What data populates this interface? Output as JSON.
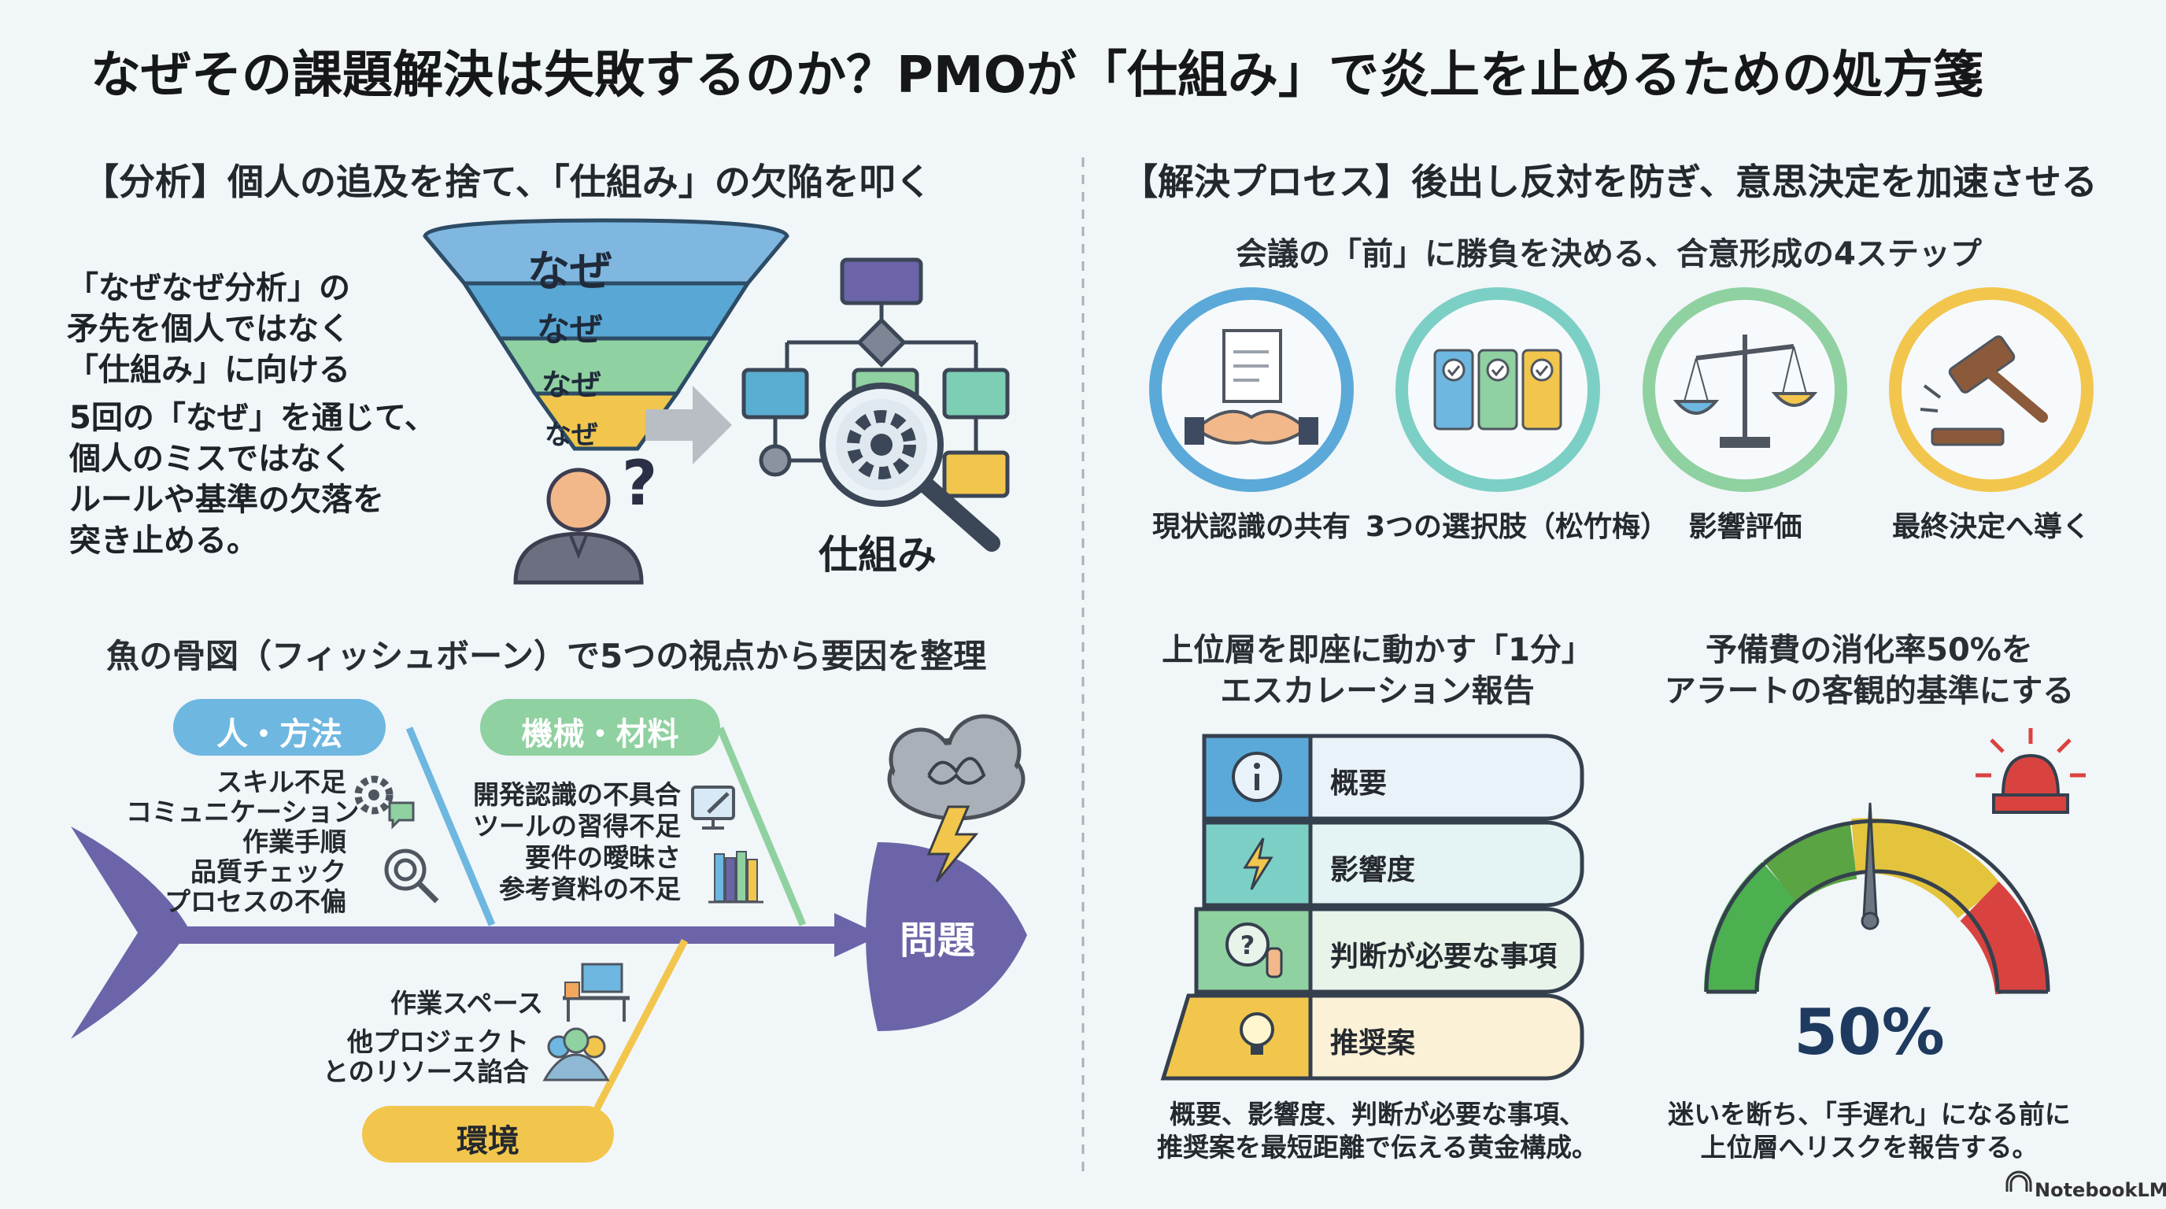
{
  "title": "なぜその課題解決は失敗するのか？PMOが「仕組み」で炎上を止めるための処方箋",
  "analysis": {
    "heading": "【分析】個人の追及を捨て、「仕組み」の欠陥を叩く",
    "text1": [
      "「なぜなぜ分析」の",
      "矛先を個人ではなく",
      "「仕組み」に向ける"
    ],
    "text2": [
      "5回の「なぜ」を通じて、",
      "個人のミスではなく",
      "ルールや基準の欠落を",
      "突き止める。"
    ],
    "funnel_labels": [
      "なぜ",
      "なぜ",
      "なぜ",
      "なぜ"
    ],
    "question_mark": "?",
    "system_label": "仕組み"
  },
  "fishbone": {
    "heading": "魚の骨図（フィッシュボーン）で5つの視点から要因を整理",
    "cat_people": "人・方法",
    "cat_machine": "機械・材料",
    "cat_env": "環境",
    "people_items": [
      "スキル不足",
      "コミュニケーション",
      "作業手順",
      "品質チェック",
      "プロセスの不偏"
    ],
    "machine_items": [
      "開発認識の不具合",
      "ツールの習得不足",
      "要件の曖昧さ",
      "参考資料の不足"
    ],
    "env_items": [
      "作業スペース",
      "他プロジェクト",
      "とのリソース諂合"
    ],
    "problem": "問題"
  },
  "process": {
    "heading": "【解決プロセス】後出し反対を防ぎ、意思決定を加速させる",
    "subheading": "会議の「前」に勝負を決める、合意形成の4ステップ",
    "steps": [
      "現状認識の共有",
      "3つの選択肢（松竹梅）",
      "影響評価",
      "最終決定へ導く"
    ],
    "step_colors": [
      "#5aa9d8",
      "#7ccfc4",
      "#8fd1a0",
      "#f2c64d"
    ]
  },
  "escalation": {
    "heading": [
      "上位層を即座に動かす「1分」",
      "エスカレーション報告"
    ],
    "rows": [
      "概要",
      "影響度",
      "判断が必要な事項",
      "推奨案"
    ],
    "caption": [
      "概要、影響度、判断が必要な事項、",
      "推奨案を最短距離で伝える黄金構成。"
    ]
  },
  "budget": {
    "heading": [
      "予備費の消化率50%を",
      "アラートの客観的基準にする"
    ],
    "gauge_value": "50%",
    "gauge_fraction": 0.5,
    "caption": [
      "迷いを断ち、「手遅れ」になる前に",
      "上位層へリスクを報告する。"
    ]
  },
  "brand": "NotebookLM",
  "colors": {
    "blue": "#5aa9d8",
    "teal": "#7ccfc4",
    "green": "#8fd1a0",
    "yellow": "#f2c64d",
    "purple": "#6b64a8",
    "red": "#d9433f"
  }
}
